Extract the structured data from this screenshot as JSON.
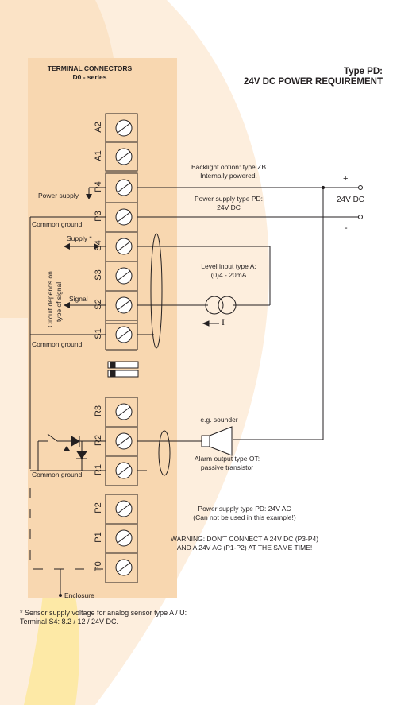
{
  "header": {
    "panel_title_line1": "TERMINAL CONNECTORS",
    "panel_title_line2": "D0 - series",
    "type_line1": "Type PD:",
    "type_line2": "24V DC POWER REQUIREMENT"
  },
  "terminals": {
    "a2": "A2",
    "a1": "A1",
    "p4": "P4",
    "p3": "P3",
    "s4": "S4",
    "s3": "S3",
    "s2": "S2",
    "s1": "S1",
    "r3": "R3",
    "r2": "R2",
    "r1": "R1",
    "p2": "P2",
    "p1": "P1",
    "p0": "P0"
  },
  "labels": {
    "backlight_line1": "Backlight option: type ZB",
    "backlight_line2": "Internally powered.",
    "power_supply": "Power supply",
    "ps_pd_line1": "Power supply type PD:",
    "ps_pd_line2": "24V DC",
    "plus": "+",
    "minus": "-",
    "v24dc": "24V DC",
    "common_ground_1": "Common ground",
    "supply": "Supply *",
    "circuit_line1": "Circuit depends on",
    "circuit_line2": "type of signal",
    "level_line1": "Level input type A:",
    "level_line2": "(0)4 - 20mA",
    "signal": "Signal",
    "current_symbol": "I",
    "common_ground_2": "Common ground",
    "sounder": "e.g. sounder",
    "alarm_line1": "Alarm output type OT:",
    "alarm_line2": "passive transistor",
    "common_ground_3": "Common ground",
    "ac_line1": "Power supply type PD: 24V AC",
    "ac_line2": "(Can not be used in this example!)",
    "warning_line1": "WARNING: DON'T CONNECT A 24V DC (P3-P4)",
    "warning_line2": "AND A 24V AC (P1-P2) AT THE SAME TIME!",
    "enclosure": "Enclosure"
  },
  "footnote": {
    "line1": "* Sensor supply voltage for analog sensor type A / U:",
    "line2": "Terminal S4: 8.2 / 12 / 24V DC."
  },
  "colors": {
    "panel": "#f8d7b0",
    "swoosh_light": "#fdeedd",
    "swoosh_dark": "#f9d9a8",
    "swoosh_yellow": "#fde9a6",
    "ink": "#231f20"
  }
}
